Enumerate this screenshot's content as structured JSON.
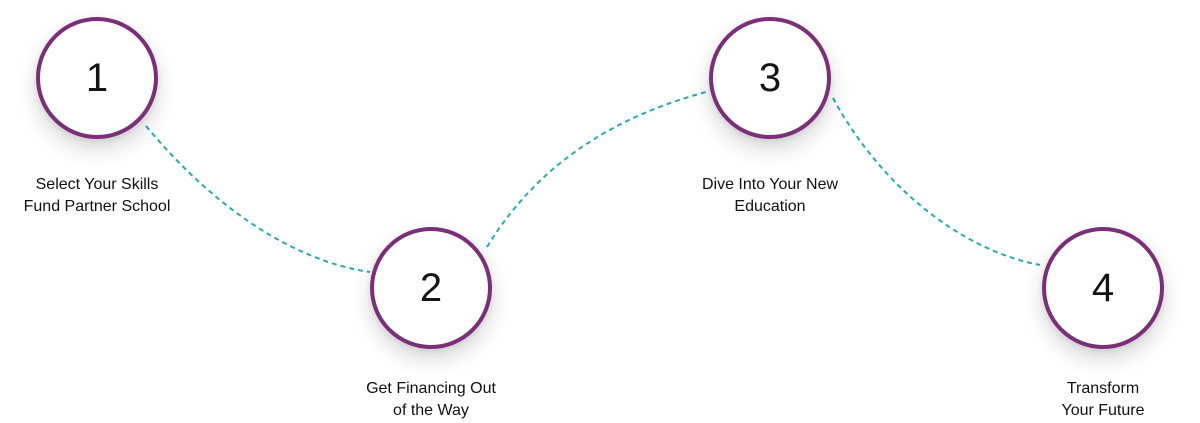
{
  "steps": [
    {
      "number": "1",
      "label_lines": [
        "Select Your Skills",
        "Fund Partner School"
      ]
    },
    {
      "number": "2",
      "label_lines": [
        "Get Financing Out",
        "of the Way"
      ]
    },
    {
      "number": "3",
      "label_lines": [
        "Dive Into Your New",
        "Education"
      ]
    },
    {
      "number": "4",
      "label_lines": [
        "Transform",
        "Your Future"
      ]
    }
  ],
  "colors": {
    "circle_border": "#7a2f78",
    "connector": "#2aa9b4",
    "text": "#111111"
  }
}
